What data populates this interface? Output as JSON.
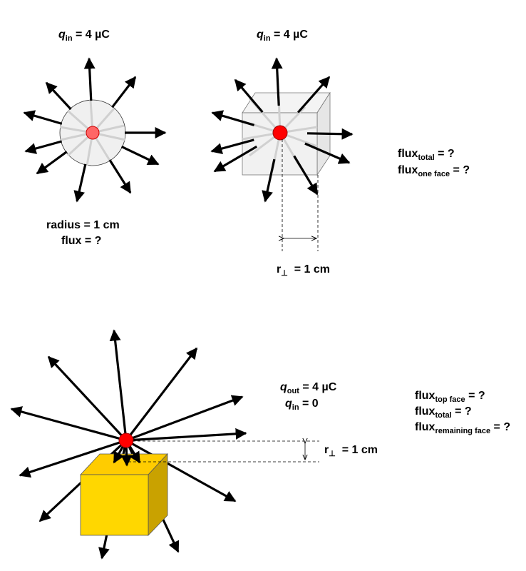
{
  "colors": {
    "charge": "#ff0000",
    "cube_face_front": "#ffd700",
    "cube_face_top": "#ffcc00",
    "cube_face_side": "#c8a400",
    "ghost_fill": "#f2f2f2",
    "arrow": "#000000"
  },
  "panel_sphere": {
    "charge_label": {
      "q": "q",
      "sub": "in",
      "value": " = 4 µC"
    },
    "radius_text": "radius = 1 cm",
    "flux_text": "flux = ?"
  },
  "panel_cube": {
    "charge_label": {
      "q": "q",
      "sub": "in",
      "value": " = 4 µC"
    },
    "distance_label": {
      "r": "r",
      "sub": "⊥",
      "value": "  = 1 cm"
    },
    "question_total": {
      "base": "flux",
      "sub": "total",
      "rest": " = ?"
    },
    "question_one_face": {
      "base": "flux",
      "sub": "one face",
      "rest": " = ?"
    }
  },
  "panel_outside": {
    "q_out": {
      "q": "q",
      "sub": "out",
      "value": " = 4 µC"
    },
    "q_in": {
      "q": "q",
      "sub": "in",
      "value": " = 0"
    },
    "distance_label": {
      "r": "r",
      "sub": "⊥",
      "value": "  = 1 cm"
    },
    "question_top": {
      "base": "flux",
      "sub": "top face",
      "rest": " = ?"
    },
    "question_total": {
      "base": "flux",
      "sub": "total",
      "rest": " = ?"
    },
    "question_remaining": {
      "base": "flux",
      "sub": "remaining face",
      "rest": " = ?"
    }
  }
}
